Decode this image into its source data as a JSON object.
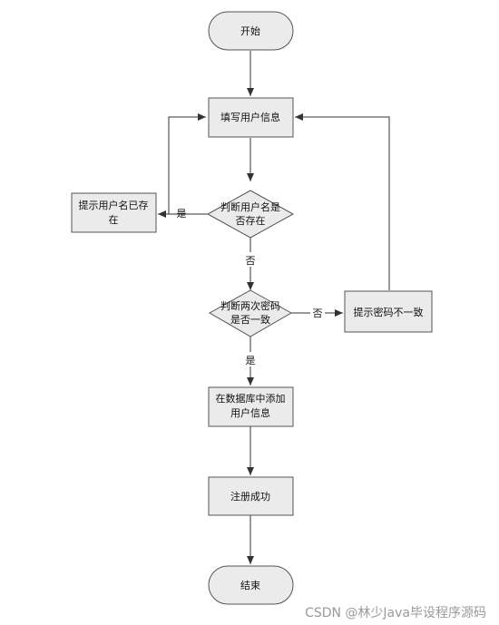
{
  "nodes": {
    "start": "开始",
    "fill_info": "填写用户信息",
    "check_user": [
      "判断用户名是",
      "否存在"
    ],
    "user_exists": [
      "提示用户名已存",
      "在"
    ],
    "check_pwd": [
      "判断两次密码",
      "是否一致"
    ],
    "pwd_mismatch": "提示密码不一致",
    "add_db": [
      "在数据库中添加",
      "用户信息"
    ],
    "register_ok": "注册成功",
    "end": "结束"
  },
  "edges": {
    "yes_exists": "是",
    "no_exists": "否",
    "no_match": "否",
    "yes_match": "是"
  },
  "watermark": "CSDN @林少Java毕设程序源码"
}
